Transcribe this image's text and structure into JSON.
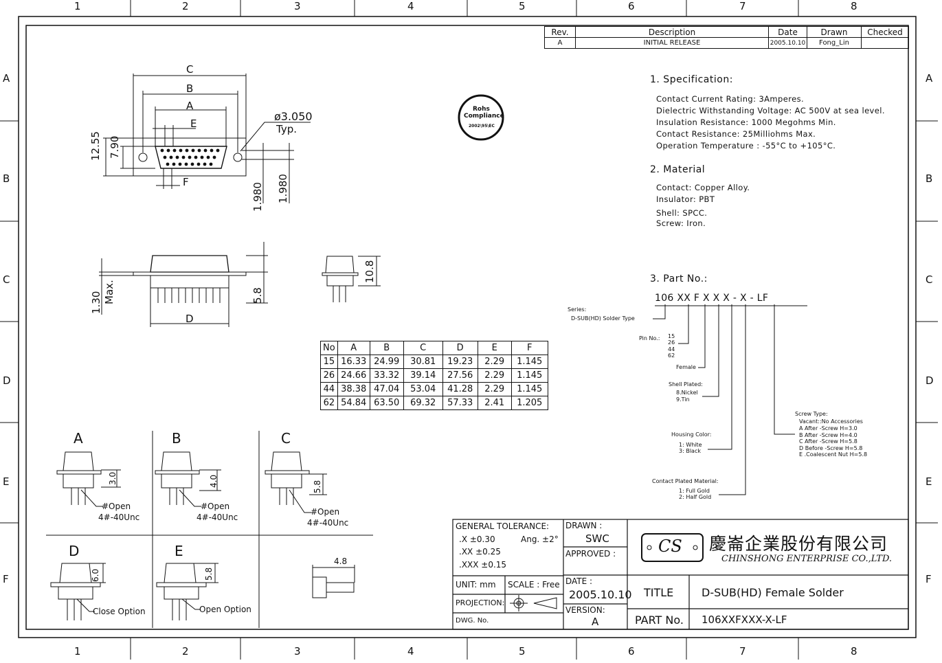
{
  "border": {
    "columns": [
      "1",
      "2",
      "3",
      "4",
      "5",
      "6",
      "7",
      "8"
    ],
    "rows": [
      "A",
      "B",
      "C",
      "D",
      "E",
      "F"
    ]
  },
  "revision_table": {
    "headers": [
      "Rev.",
      "Description",
      "Date",
      "Drawn",
      "Checked"
    ],
    "row": [
      "A",
      "INITIAL  RELEASE",
      "2005.10.10",
      "Fong_Lin",
      ""
    ]
  },
  "rohs": {
    "line1": "Rohs",
    "line2": "Compliance",
    "line3": "2002\\95\\EC"
  },
  "dims": {
    "C": "C",
    "B": "B",
    "A": "A",
    "E": "E",
    "F": "F",
    "D": "D",
    "hole": "ø3.050",
    "typ": "Typ.",
    "h1": "12.55",
    "h2": "7.90",
    "v1": "1.980",
    "v2": "1.980",
    "side_max": "1.30",
    "side_max_label": "Max.",
    "side_58": "5.8",
    "side_108": "10.8"
  },
  "specification": {
    "title": "1.  Specification:",
    "lines": [
      "Contact  Current  Rating:  3Amperes.",
      "Dielectric  Withstanding  Voltage:  AC  500V  at  sea  level.",
      "Insulation  Resistance:  1000  Megohms  Min.",
      "Contact  Resistance:  25Milliohms  Max.",
      "Operation  Temperature  :  -55°C  to  +105°C."
    ]
  },
  "material": {
    "title": "2.  Material",
    "lines": [
      "Contact:  Copper  Alloy.",
      "Insulator:  PBT",
      "Shell:  SPCC.",
      "Screw:  Iron."
    ]
  },
  "part_no": {
    "title": "3.  Part  No.:",
    "code": "106  XX  F  X  X  X  -  X  -  LF",
    "series_label": "Series:",
    "series_value": "D-SUB(HD)  Solder  Type",
    "pin_label": "Pin  No.:",
    "pin_values": [
      "15",
      "26",
      "44",
      "62"
    ],
    "female": "Female",
    "shell_label": "Shell  Plated:",
    "shell_values": [
      "8.Nickel",
      "9.Tin"
    ],
    "housing_label": "Housing  Color:",
    "housing_values": [
      "1:  White",
      "3:  Black"
    ],
    "contact_label": "Contact  Plated  Material:",
    "contact_values": [
      "1:  Full  Gold",
      "2:  Half  Gold"
    ],
    "screw_label": "Screw  Type:",
    "screw_values": [
      "Vacant::No  Accessories",
      "A    After   -Screw   H=3.0",
      "B    After   -Screw   H=4.0",
      "C    After   -Screw   H=5.8",
      "D  Before   -Screw   H=5.8",
      "E  .Coalescent  Nut  H=5.8"
    ]
  },
  "dim_table": {
    "headers": [
      "No",
      "A",
      "B",
      "C",
      "D",
      "E",
      "F"
    ],
    "rows": [
      [
        "15",
        "16.33",
        "24.99",
        "30.81",
        "19.23",
        "2.29",
        "1.145"
      ],
      [
        "26",
        "24.66",
        "33.32",
        "39.14",
        "27.56",
        "2.29",
        "1.145"
      ],
      [
        "44",
        "38.38",
        "47.04",
        "53.04",
        "41.28",
        "2.29",
        "1.145"
      ],
      [
        "62",
        "54.84",
        "63.50",
        "69.32",
        "57.33",
        "2.41",
        "1.205"
      ]
    ]
  },
  "options": {
    "A": {
      "label": "A",
      "height": "3.0",
      "note1": "#Open",
      "note2": "4#-40Unc"
    },
    "B": {
      "label": "B",
      "height": "4.0",
      "note1": "#Open",
      "note2": "4#-40Unc"
    },
    "C": {
      "label": "C",
      "height": "5.8",
      "note1": "#Open",
      "note2": "4#-40Unc"
    },
    "D": {
      "label": "D",
      "height": "6.0",
      "note1": "Close  Option"
    },
    "E": {
      "label": "E",
      "height": "5.8",
      "note1": "Open  Option"
    },
    "nut": "4.8"
  },
  "title_block": {
    "general_tolerance": "GENERAL TOLERANCE:",
    "tol_x": ".X  ±0.30",
    "tol_ang": "Ang.  ±2°",
    "tol_xx": ".XX ±0.25",
    "tol_xxx": ".XXX ±0.15",
    "unit": "UNIT:  mm",
    "scale": "SCALE :  Free",
    "projection": "PROJECTION:",
    "dwg_no": "DWG. No.",
    "drawn_label": "DRAWN :",
    "drawn_value": "SWC",
    "approved_label": "APPROVED :",
    "date_label": "DATE :",
    "date_value": "2005.10.10",
    "version_label": "VERSION:",
    "version_value": "A",
    "logo": "CS",
    "company_cn": "慶崙企業股份有限公司",
    "company_en": "CHINSHONG ENTERPRISE CO.,LTD.",
    "title_label": "TITLE",
    "title_value": "D-SUB(HD) Female Solder",
    "part_label": "PART No.",
    "part_value": "106XXFXXX-X-LF"
  }
}
